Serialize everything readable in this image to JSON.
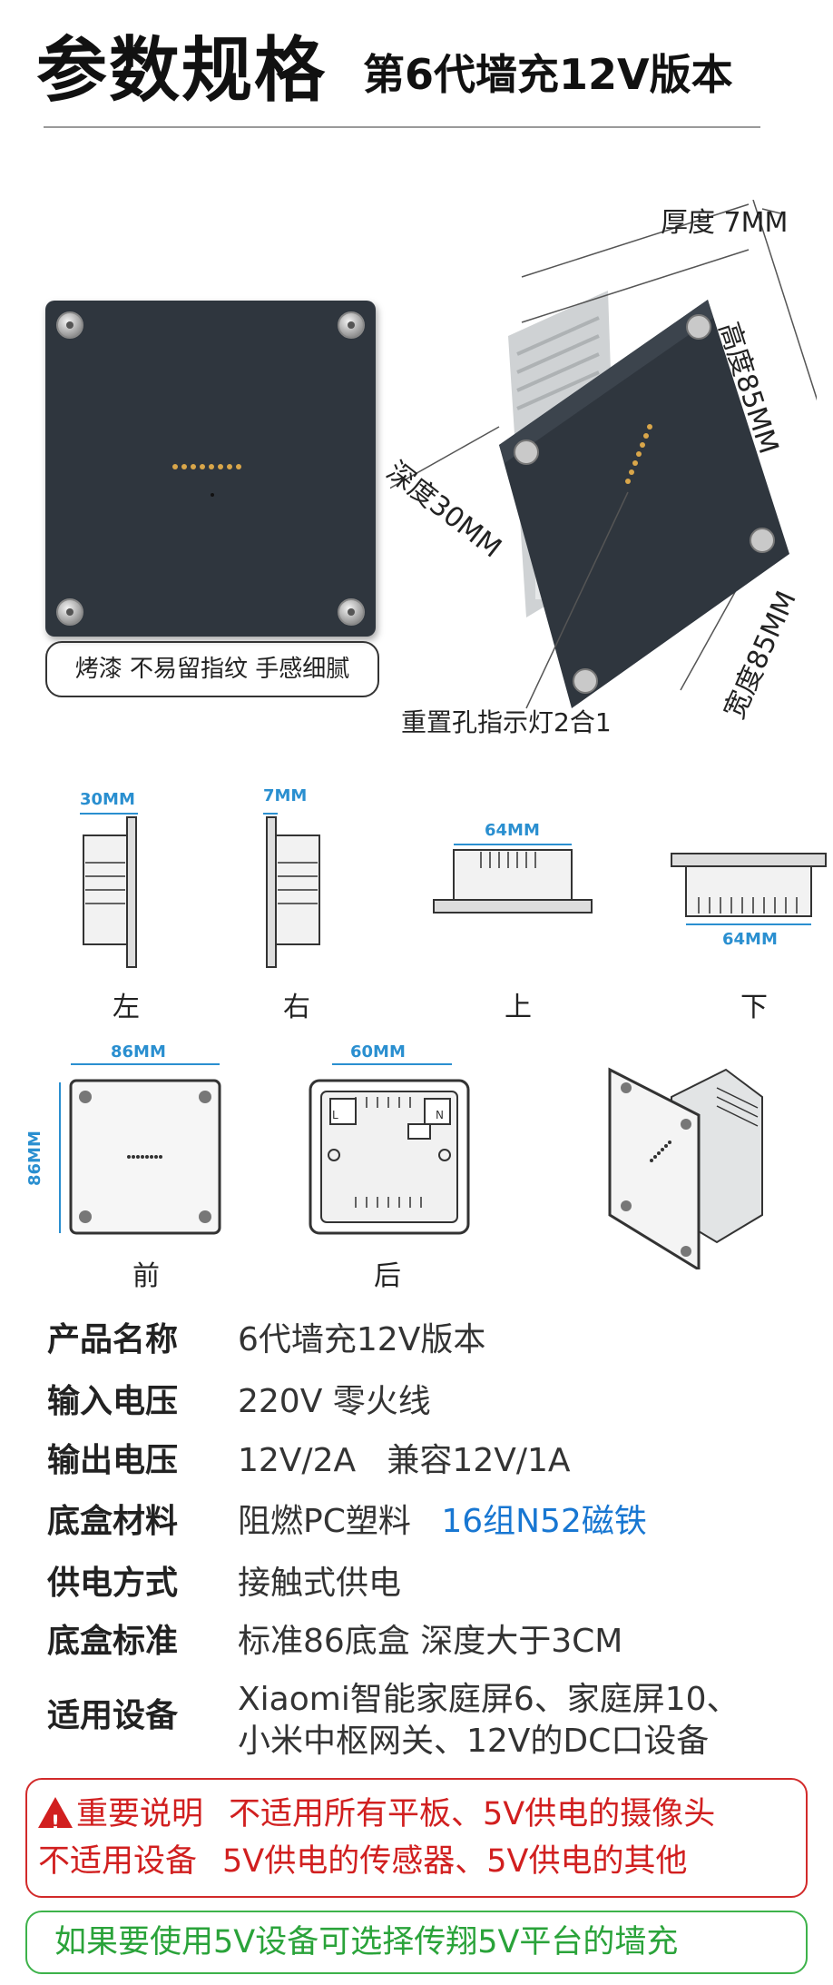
{
  "header": {
    "title": "参数规格",
    "subtitle": "第6代墙充12V版本"
  },
  "product": {
    "thickness": "厚度 7MM",
    "height": "高度85MM",
    "depth": "深度30MM",
    "width": "宽度85MM",
    "finish_badge": "烤漆 不易留指纹 手感细腻",
    "reset_hole": "重置孔指示灯2合1"
  },
  "views": {
    "left": {
      "label": "左",
      "dim": "30MM"
    },
    "right": {
      "label": "右",
      "dim": "7MM"
    },
    "top": {
      "label": "上",
      "dim": "64MM"
    },
    "bottom": {
      "label": "下",
      "dim": "64MM"
    },
    "front": {
      "label": "前",
      "dim_w": "86MM",
      "dim_h": "86MM"
    },
    "back": {
      "label": "后",
      "dim_w": "60MM",
      "terminal_l": "L",
      "terminal_n": "N"
    }
  },
  "specs": [
    {
      "key": "产品名称",
      "value": "6代墙充12V版本"
    },
    {
      "key": "输入电压",
      "value": "220V 零火线"
    },
    {
      "key": "输出电压",
      "value": "12V/2A   兼容12V/1A"
    },
    {
      "key": "底盒材料",
      "value": "阻燃PC塑料",
      "highlight": "16组N52磁铁"
    },
    {
      "key": "供电方式",
      "value": "接触式供电"
    },
    {
      "key": "底盒标准",
      "value": "标准86底盒 深度大于3CM"
    },
    {
      "key": "适用设备",
      "value_line1": "Xiaomi智能家庭屏6、家庭屏10、",
      "value_line2": "小米中枢网关、12V的DC口设备"
    }
  ],
  "warning": {
    "line1_label": "重要说明",
    "line1_text": "不适用所有平板、5V供电的摄像头",
    "line2_label": "不适用设备",
    "line2_text": "5V供电的传感器、5V供电的其他"
  },
  "tip": "如果要使用5V设备可选择传翔5V平台的墙充",
  "colors": {
    "accent_blue": "#1877d2",
    "warning_red": "#d11f1f",
    "tip_green": "#2aa33a",
    "panel_dark": "#2f363e"
  }
}
